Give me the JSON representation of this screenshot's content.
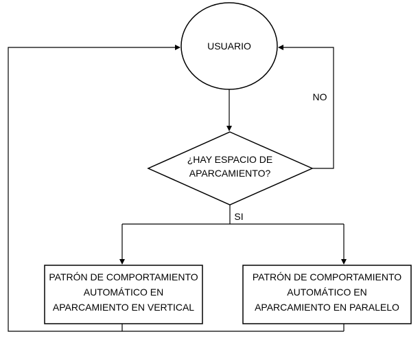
{
  "nodes": {
    "start": {
      "label": "USUARIO"
    },
    "decision": {
      "line1": "¿HAY ESPACIO DE",
      "line2": "APARCAMIENTO?"
    },
    "box_vertical": {
      "line1": "PATRÓN DE COMPORTAMIENTO",
      "line2": "AUTOMÁTICO EN",
      "line3": "APARCAMIENTO EN VERTICAL"
    },
    "box_paralelo": {
      "line1": "PATRÓN DE COMPORTAMIENTO",
      "line2": "AUTOMÁTICO EN",
      "line3": "APARCAMIENTO EN PARALELO"
    }
  },
  "edges": {
    "no_label": "NO",
    "si_label": "SI"
  },
  "colors": {
    "stroke": "#000000",
    "fill": "#ffffff"
  }
}
